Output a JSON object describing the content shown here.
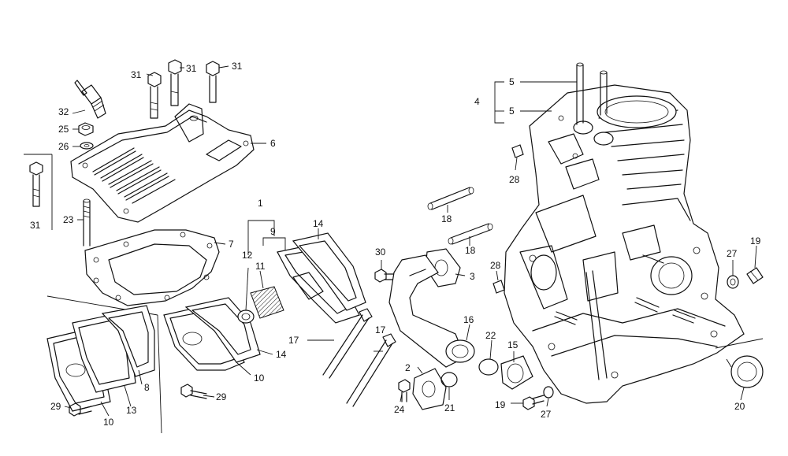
{
  "callouts": [
    "1",
    "2",
    "3",
    "4",
    "5",
    "5",
    "6",
    "7",
    "8",
    "9",
    "10",
    "10",
    "11",
    "12",
    "13",
    "14",
    "14",
    "15",
    "16",
    "17",
    "17",
    "18",
    "18",
    "19",
    "19",
    "20",
    "21",
    "22",
    "23",
    "24",
    "25",
    "26",
    "27",
    "27",
    "28",
    "28",
    "29",
    "29",
    "30",
    "31",
    "31",
    "31",
    "31",
    "32"
  ]
}
